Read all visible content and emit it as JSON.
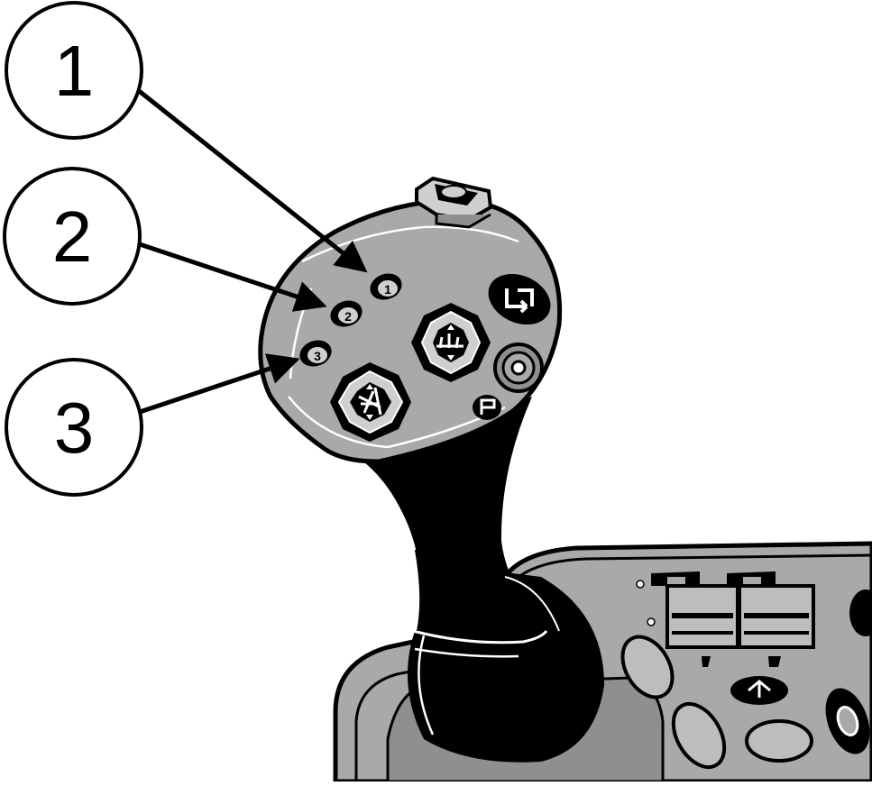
{
  "callouts": [
    {
      "id": "callout-1",
      "number": "1"
    },
    {
      "id": "callout-2",
      "number": "2"
    },
    {
      "id": "callout-3",
      "number": "3"
    }
  ],
  "handle_buttons": [
    {
      "name": "handle-button-1",
      "label": "1"
    },
    {
      "name": "handle-button-2",
      "label": "2"
    },
    {
      "name": "handle-button-3",
      "label": "3"
    }
  ],
  "colors": {
    "ink": "#000000",
    "panel_gray": "#a9a9a9",
    "light_gray": "#cfcfcf",
    "background": "#ffffff"
  }
}
